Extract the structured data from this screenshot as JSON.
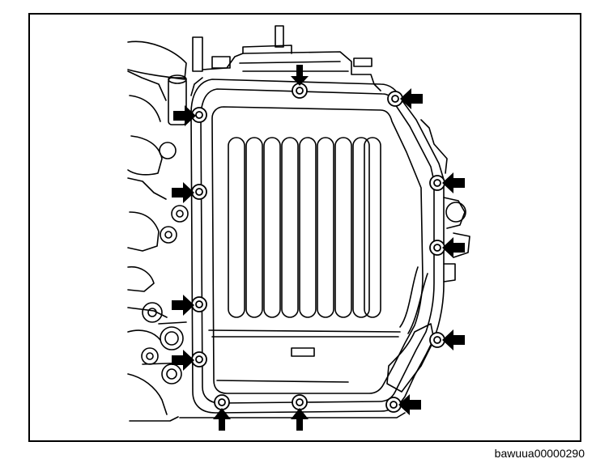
{
  "figure": {
    "reference_code": "bawuua00000290"
  },
  "bolts": [
    {
      "id": "top-center",
      "arrow": "down"
    },
    {
      "id": "top-right",
      "arrow": "left"
    },
    {
      "id": "upper-left",
      "arrow": "right"
    },
    {
      "id": "mid-left",
      "arrow": "right"
    },
    {
      "id": "right-upper",
      "arrow": "left"
    },
    {
      "id": "right-middle",
      "arrow": "left"
    },
    {
      "id": "lower-left",
      "arrow": "right"
    },
    {
      "id": "bottom-left-side",
      "arrow": "right"
    },
    {
      "id": "right-lower",
      "arrow": "left"
    },
    {
      "id": "bottom-right",
      "arrow": "left"
    },
    {
      "id": "bottom-left",
      "arrow": "up"
    },
    {
      "id": "bottom-center",
      "arrow": "up"
    }
  ],
  "colors": {
    "line": "#000000",
    "background": "#ffffff"
  }
}
